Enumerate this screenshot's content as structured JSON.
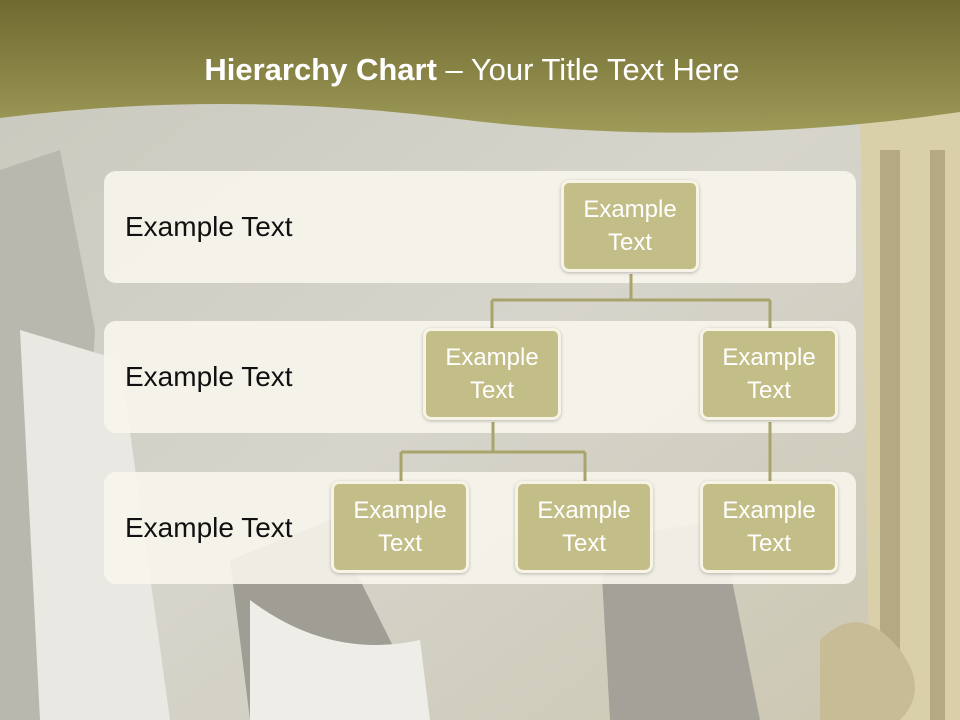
{
  "slide": {
    "title_bold": "Hierarchy Chart",
    "title_rest": " – Your Title Text Here"
  },
  "levels": [
    {
      "label": "Example Text"
    },
    {
      "label": "Example Text"
    },
    {
      "label": "Example Text"
    }
  ],
  "nodes": {
    "root": "Example\nText",
    "l2_left": "Example\nText",
    "l2_right": "Example\nText",
    "l3_a": "Example\nText",
    "l3_b": "Example\nText",
    "l3_c": "Example\nText"
  },
  "colors": {
    "header": "#8a8440",
    "node_fill": "#c3be87",
    "connector": "#a9a46c"
  }
}
